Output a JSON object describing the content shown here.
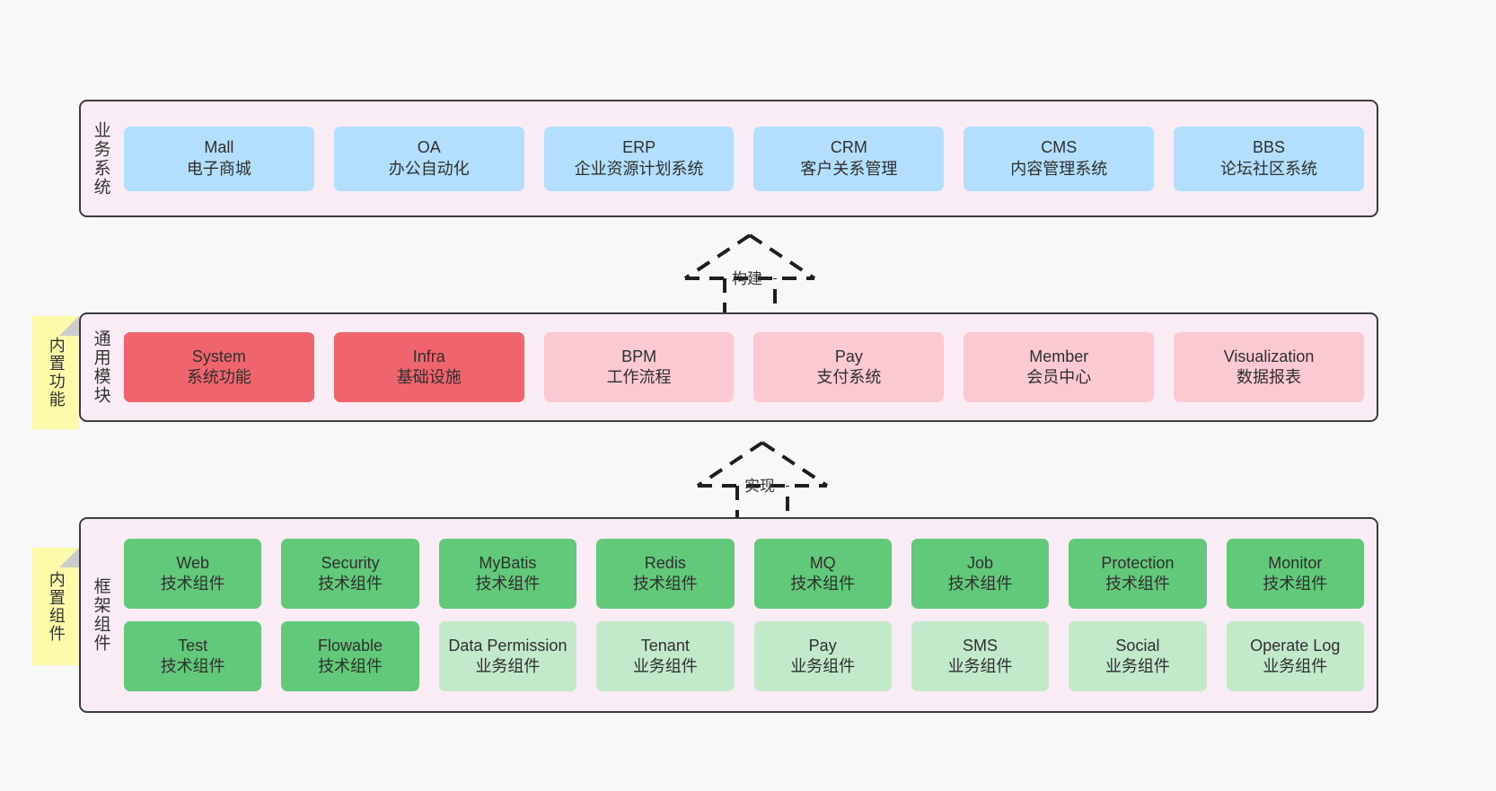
{
  "layers": {
    "business": {
      "title": "业务系统",
      "items": [
        {
          "en": "Mall",
          "cn": "电子商城"
        },
        {
          "en": "OA",
          "cn": "办公自动化"
        },
        {
          "en": "ERP",
          "cn": "企业资源计划系统"
        },
        {
          "en": "CRM",
          "cn": "客户关系管理"
        },
        {
          "en": "CMS",
          "cn": "内容管理系统"
        },
        {
          "en": "BBS",
          "cn": "论坛社区系统"
        }
      ]
    },
    "common": {
      "title": "通用模块",
      "note": "内置功能",
      "items": [
        {
          "en": "System",
          "cn": "系统功能",
          "color": "#f0646d"
        },
        {
          "en": "Infra",
          "cn": "基础设施",
          "color": "#f0646d"
        },
        {
          "en": "BPM",
          "cn": "工作流程",
          "color": "#fbc9d1"
        },
        {
          "en": "Pay",
          "cn": "支付系统",
          "color": "#fbc9d1"
        },
        {
          "en": "Member",
          "cn": "会员中心",
          "color": "#fbc9d1"
        },
        {
          "en": "Visualization",
          "cn": "数据报表",
          "color": "#fbc9d1"
        }
      ]
    },
    "framework": {
      "title": "框架组件",
      "note": "内置组件",
      "row1": [
        {
          "en": "Web",
          "cn": "技术组件",
          "color": "#63c97a"
        },
        {
          "en": "Security",
          "cn": "技术组件",
          "color": "#63c97a"
        },
        {
          "en": "MyBatis",
          "cn": "技术组件",
          "color": "#63c97a"
        },
        {
          "en": "Redis",
          "cn": "技术组件",
          "color": "#63c97a"
        },
        {
          "en": "MQ",
          "cn": "技术组件",
          "color": "#63c97a"
        },
        {
          "en": "Job",
          "cn": "技术组件",
          "color": "#63c97a"
        },
        {
          "en": "Protection",
          "cn": "技术组件",
          "color": "#63c97a"
        },
        {
          "en": "Monitor",
          "cn": "技术组件",
          "color": "#63c97a"
        }
      ],
      "row2": [
        {
          "en": "Test",
          "cn": "技术组件",
          "color": "#63c97a"
        },
        {
          "en": "Flowable",
          "cn": "技术组件",
          "color": "#63c97a"
        },
        {
          "en": "Data Permission",
          "cn": "业务组件",
          "color": "#c3e9cb"
        },
        {
          "en": "Tenant",
          "cn": "业务组件",
          "color": "#c3e9cb"
        },
        {
          "en": "Pay",
          "cn": "业务组件",
          "color": "#c3e9cb"
        },
        {
          "en": "SMS",
          "cn": "业务组件",
          "color": "#c3e9cb"
        },
        {
          "en": "Social",
          "cn": "业务组件",
          "color": "#c3e9cb"
        },
        {
          "en": "Operate Log",
          "cn": "业务组件",
          "color": "#c3e9cb"
        }
      ]
    }
  },
  "arrows": {
    "build": "构建",
    "implement": "实现"
  },
  "colors": {
    "canvas": "#f8f8f8",
    "layer_fill": "#f9ecf5",
    "layer_border": "#3d3d3d",
    "blue": "#b3dffc",
    "red": "#f0646d",
    "pink": "#fbc9d1",
    "green": "#63c97a",
    "light_green": "#c3e9cb",
    "note_yellow": "#fdfbaa",
    "arrow": "#1f1f1f"
  }
}
